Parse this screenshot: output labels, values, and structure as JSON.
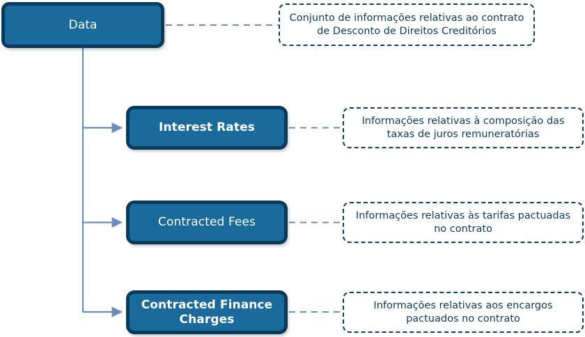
{
  "diagram": {
    "type": "tree-diagram",
    "title": "Data",
    "colors": {
      "node_fill": "#1a6b9b",
      "node_border": "#083a5c",
      "node_text": "#ffffff",
      "note_border": "#0d3b5e",
      "note_text": "#0d3b5e",
      "note_fill": "#ffffff",
      "connector": "#6b8cba",
      "background": "#ffffff"
    },
    "root": {
      "label": "Data",
      "note": "Conjunto de informações relativas ao contrato de Desconto de Direitos Creditórios"
    },
    "children": [
      {
        "label": "Interest Rates",
        "note": "Informações relativas à composição das taxas de juros remuneratórias"
      },
      {
        "label": "Contracted Fees",
        "note": "Informações relativas às tarifas pactuadas no contrato"
      },
      {
        "label": "Contracted Finance\nCharges",
        "note": "Informações relativas aos encargos pactuados no contrato"
      }
    ]
  }
}
